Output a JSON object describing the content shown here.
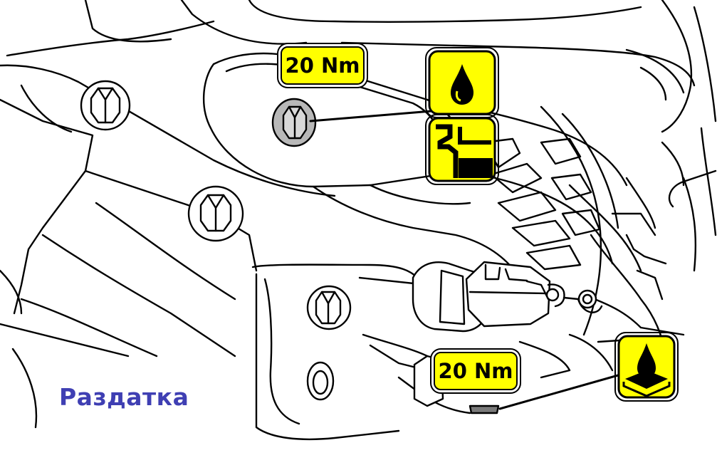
{
  "labels": {
    "torque_upper": "20 Nm",
    "torque_lower": "20 Nm",
    "caption": "Раздатка"
  },
  "icons": {
    "oil_fill": "oil-drop-icon",
    "fill_level": "fill-level-icon",
    "oil_drain": "oil-drain-tray-icon"
  },
  "colors": {
    "label_fill": "#ffff00",
    "caption": "#3f3fb3",
    "line": "#000000",
    "plug": "#b8b8b8"
  }
}
